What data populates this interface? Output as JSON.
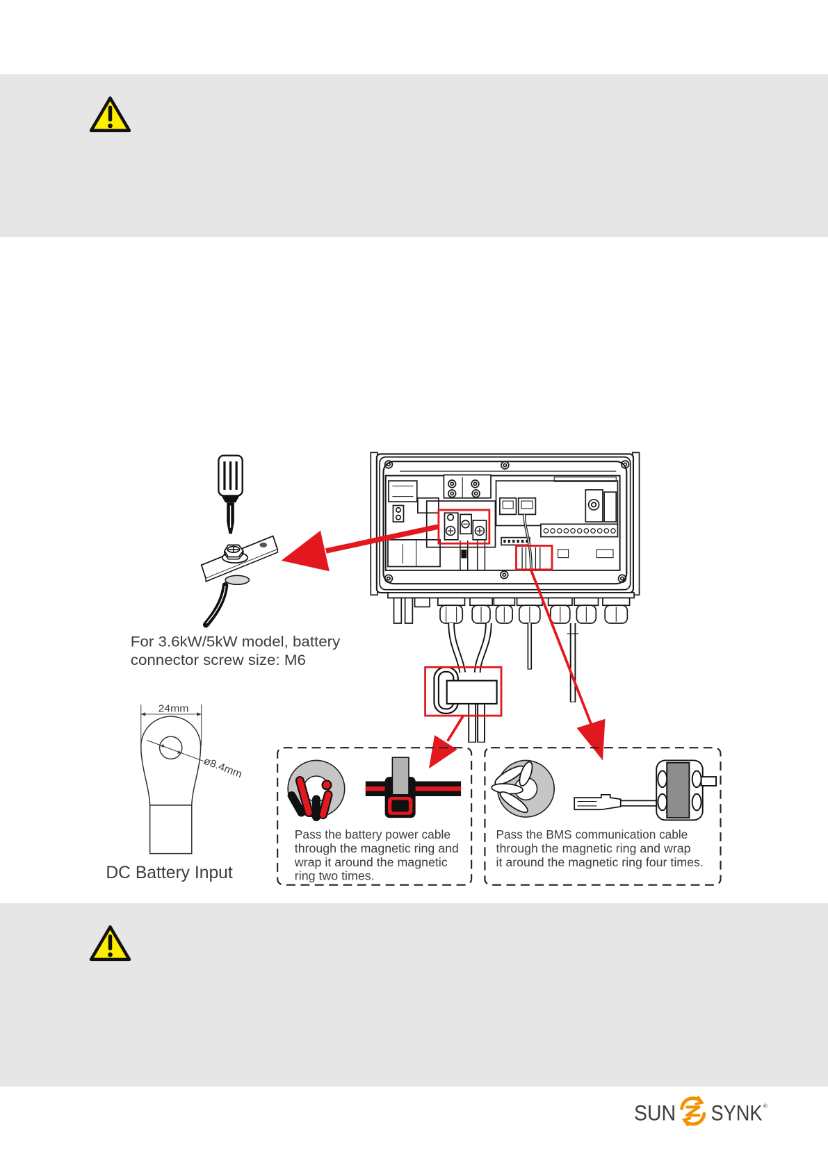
{
  "warning_boxes": [
    {
      "icon": "warning-triangle-icon",
      "band_color": "#e6e6e6",
      "icon_color": "#ffed00"
    },
    {
      "icon": "warning-triangle-icon",
      "band_color": "#e6e6e6",
      "icon_color": "#ffed00"
    }
  ],
  "diagram": {
    "highlight_color": "#e3181f",
    "screw_note": [
      "For 3.6kW/5kW model, battery",
      "connector screw size: M6"
    ],
    "ring_terminal": {
      "width_label": "24mm",
      "hole_label": "ø8.4mm",
      "caption": "DC Battery Input"
    },
    "battery_cable_instruction": [
      "Pass the battery power cable",
      "through the magnetic ring and",
      "wrap it around the magnetic",
      "ring two times."
    ],
    "bms_cable_instruction": [
      "Pass the BMS communication cable",
      "through the magnetic ring and wrap",
      "it around the magnetic ring four times."
    ]
  },
  "logo": {
    "left": "SUN",
    "right": "SYNK",
    "mark": "®",
    "accent_color": "#f39200"
  }
}
